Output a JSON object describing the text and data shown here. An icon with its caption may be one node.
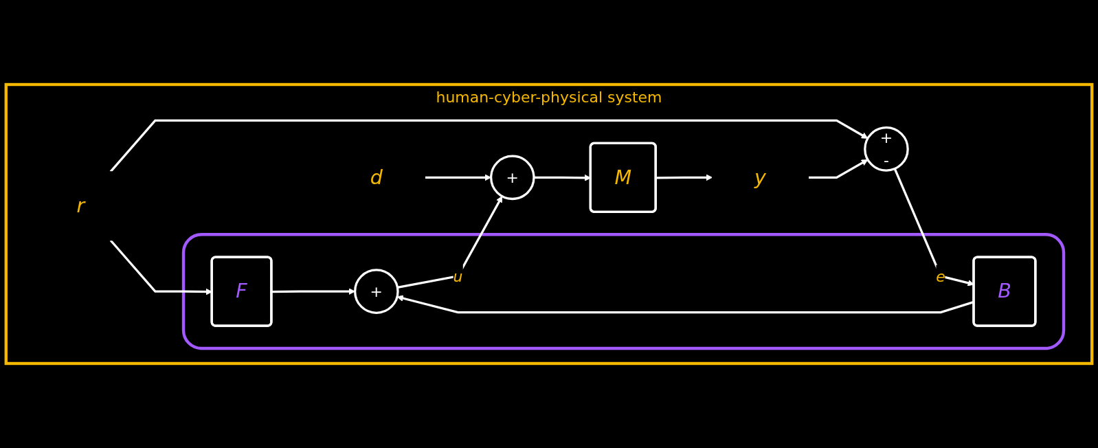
{
  "diagram": {
    "nodes": [
      {
        "text": [
          "human-cyber-physical system"
        ]
      },
      {
        "text": [],
        "shape": "box",
        "in": 0
      },
      {
        "text": [
          "F"
        ],
        "in": 1
      },
      {
        "text": [
          "B"
        ],
        "in": 1
      },
      {
        "text": [
          "+"
        ],
        "in": 1
      },
      {
        "text": [
          "+",
          "-"
        ],
        "in": 0
      },
      {
        "text": [
          "+"
        ],
        "in": 0
      },
      {
        "text": [
          "M"
        ],
        "in": 0
      },
      {
        "text": [
          "r"
        ],
        "in": 0
      },
      {
        "text": [
          "d"
        ],
        "in": 0
      },
      {
        "text": [
          "y"
        ],
        "in": 0
      }
    ],
    "edges": [
      {
        "from": 8,
        "to": 5,
        "arrow": "to"
      },
      {
        "from": 8,
        "to": 2,
        "arrow": "to"
      },
      {
        "from": 5,
        "to": 3,
        "arrow": "to",
        "label": "e"
      },
      {
        "from": 2,
        "to": 4,
        "arrow": "to"
      },
      {
        "from": 3,
        "to": 4,
        "arrow": "to"
      },
      {
        "from": 4,
        "to": 6,
        "arrow": "to",
        "label": "u"
      },
      {
        "from": 9,
        "to": 6,
        "arrow": "to"
      },
      {
        "from": 6,
        "to": 7,
        "arrow": "to"
      },
      {
        "from": 7,
        "to": 10,
        "arrow": "to"
      },
      {
        "from": 10,
        "to": 5,
        "arrow": "to"
      }
    ]
  }
}
